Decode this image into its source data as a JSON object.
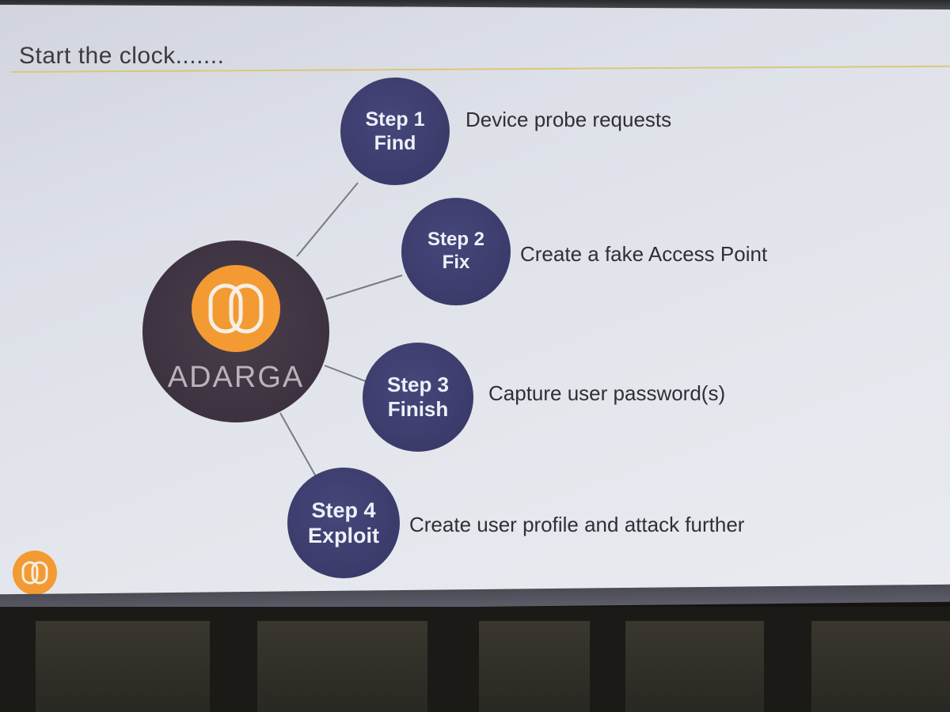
{
  "slide": {
    "title": "Start the  clock.......",
    "brand": "ADARGA",
    "steps": [
      {
        "line1": "Step 1",
        "line2": "Find",
        "description": "Device probe requests"
      },
      {
        "line1": "Step 2",
        "line2": "Fix",
        "description": "Create a fake Access Point"
      },
      {
        "line1": "Step 3",
        "line2": "Finish",
        "description": "Capture user password(s)"
      },
      {
        "line1": "Step 4",
        "line2": "Exploit",
        "description": "Create user profile and attack further"
      }
    ]
  },
  "colors": {
    "hub": "#3d3240",
    "step": "#3a3a6a",
    "logo": "#f39a33",
    "accent_rule": "#d9c87a"
  },
  "icons": {
    "hub_logo": "interlinked-rings-icon",
    "corner_logo": "interlinked-rings-icon"
  }
}
